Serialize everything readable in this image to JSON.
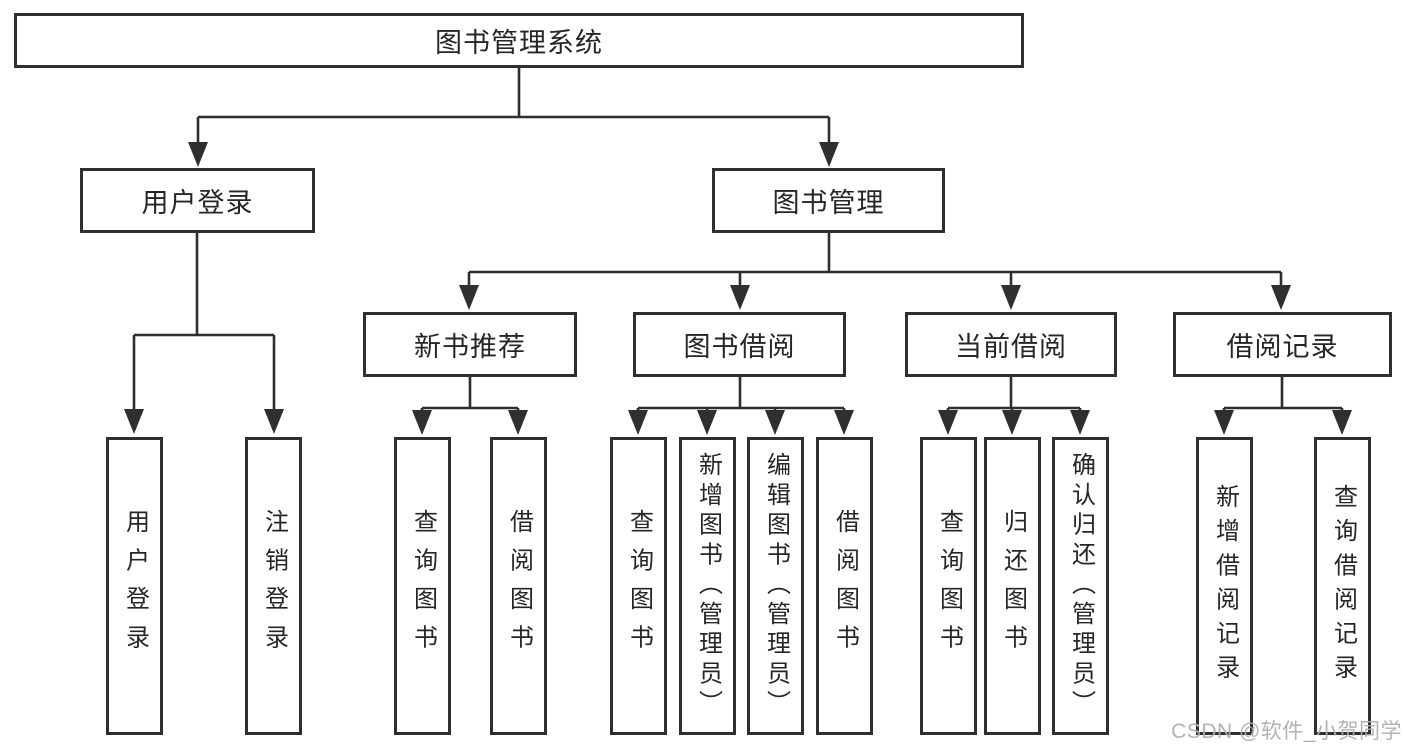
{
  "diagram": {
    "type": "tree",
    "root": {
      "label": "图书管理系统"
    },
    "branches": [
      {
        "label": "用户登录",
        "children": [
          {
            "label": "用户登录"
          },
          {
            "label": "注销登录"
          }
        ]
      },
      {
        "label": "图书管理",
        "children": [
          {
            "label": "新书推荐",
            "children": [
              {
                "label": "查询图书"
              },
              {
                "label": "借阅图书"
              }
            ]
          },
          {
            "label": "图书借阅",
            "children": [
              {
                "label": "查询图书"
              },
              {
                "label": "新增图书（管理员）"
              },
              {
                "label": "编辑图书（管理员）"
              },
              {
                "label": "借阅图书"
              }
            ]
          },
          {
            "label": "当前借阅",
            "children": [
              {
                "label": "查询图书"
              },
              {
                "label": "归还图书"
              },
              {
                "label": "确认归还（管理员）"
              }
            ]
          },
          {
            "label": "借阅记录",
            "children": [
              {
                "label": "新增借阅记录"
              },
              {
                "label": "查询借阅记录"
              }
            ]
          }
        ]
      }
    ]
  },
  "watermark": {
    "text": "CSDN @软件_小贺同学"
  },
  "colors": {
    "line": "#2f2f2f",
    "text": "#262626",
    "background": "#ffffff",
    "watermark": "#aeaeb4"
  }
}
